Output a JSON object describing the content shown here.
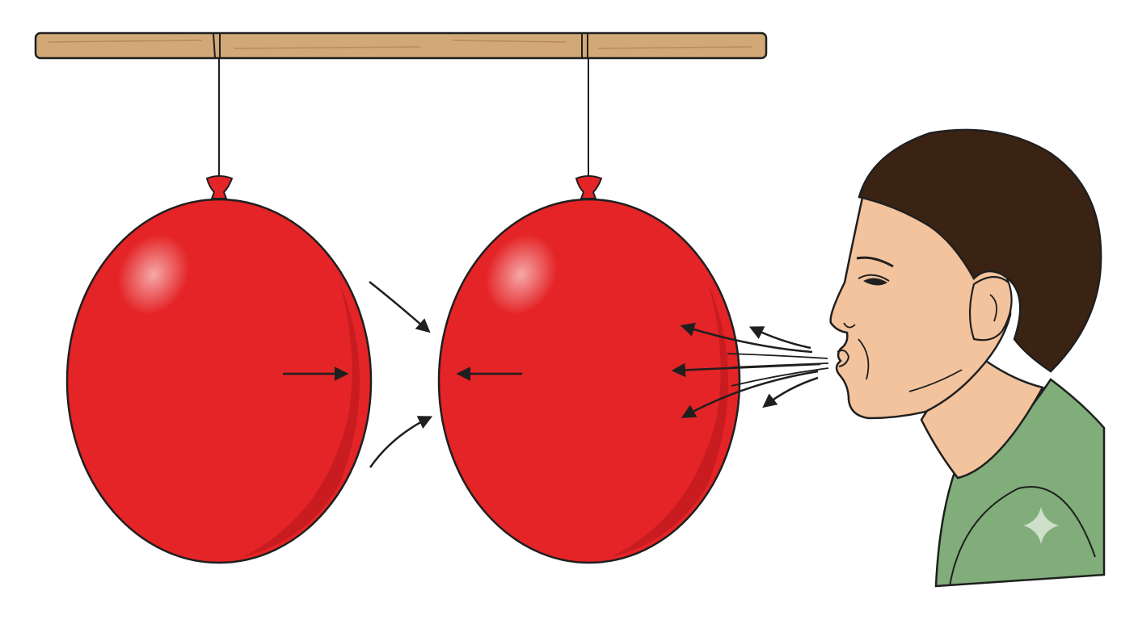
{
  "scene": {
    "background": "#ffffff",
    "colors": {
      "outline": "#1f1f1f",
      "rod": "#d2a877",
      "rod_grain": "#b98c5a",
      "string": "#1f1f1f",
      "balloon": "#e42426",
      "balloon_shade": "#c41c20",
      "balloon_highlight": "#f08c8c",
      "hair": "#3b2314",
      "skin": "#f2c39d",
      "skin_shade": "#e2a784",
      "shirt": "#80ad7a",
      "arrow": "#1f1f1f",
      "watermark": "#e8f0e6"
    },
    "objects": [
      "rod",
      "left-balloon",
      "right-balloon",
      "person"
    ],
    "arrows": [
      {
        "name": "left-balloon-push-arrow",
        "direction": "right"
      },
      {
        "name": "right-balloon-push-arrow",
        "direction": "left"
      },
      {
        "name": "gap-inflow-arrow-top",
        "direction": "down-right"
      },
      {
        "name": "gap-inflow-arrow-bottom",
        "direction": "up-right"
      },
      {
        "name": "blow-arrow-upper",
        "direction": "left"
      },
      {
        "name": "blow-arrow-middle",
        "direction": "left"
      },
      {
        "name": "blow-arrow-lower",
        "direction": "left"
      }
    ],
    "watermark_icon": "sparkle-icon"
  }
}
